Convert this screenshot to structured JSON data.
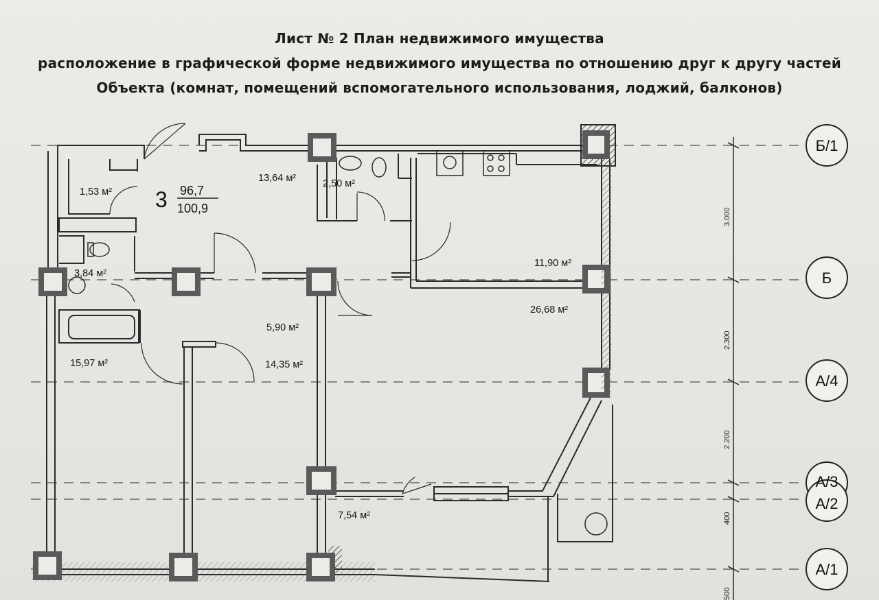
{
  "header": {
    "line1": "Лист № 2 План недвижимого имущества",
    "line2": "расположение в графической форме недвижимого имущества по отношению друг к другу частей",
    "line3": "Объекта (комнат, помещений вспомогательного использования, лоджий, балконов)"
  },
  "apartment": {
    "number": "3",
    "living_area": "96,7",
    "total_area": "100,9"
  },
  "rooms": [
    {
      "area": "1,53",
      "unit": "м²"
    },
    {
      "area": "13,64",
      "unit": "м²"
    },
    {
      "area": "2,50",
      "unit": "м²"
    },
    {
      "area": "3,84",
      "unit": "м²"
    },
    {
      "area": "11,90",
      "unit": "м²"
    },
    {
      "area": "26,68",
      "unit": "м²"
    },
    {
      "area": "5,90",
      "unit": "м²"
    },
    {
      "area": "15,97",
      "unit": "м²"
    },
    {
      "area": "14,35",
      "unit": "м²"
    },
    {
      "area": "7,54",
      "unit": "м²"
    }
  ],
  "axes": [
    {
      "label": "Б/1"
    },
    {
      "label": "Б"
    },
    {
      "label": "А/4"
    },
    {
      "label": "А/3"
    },
    {
      "label": "А/2"
    },
    {
      "label": "А/1"
    }
  ],
  "dimensions": [
    "3.000",
    "2.300",
    "2.200",
    "400",
    "500"
  ],
  "colors": {
    "wall": "#4a4a4a",
    "column_fill": "#5a5a5a",
    "line": "#2a2a2a",
    "axis_line": "#555555"
  }
}
